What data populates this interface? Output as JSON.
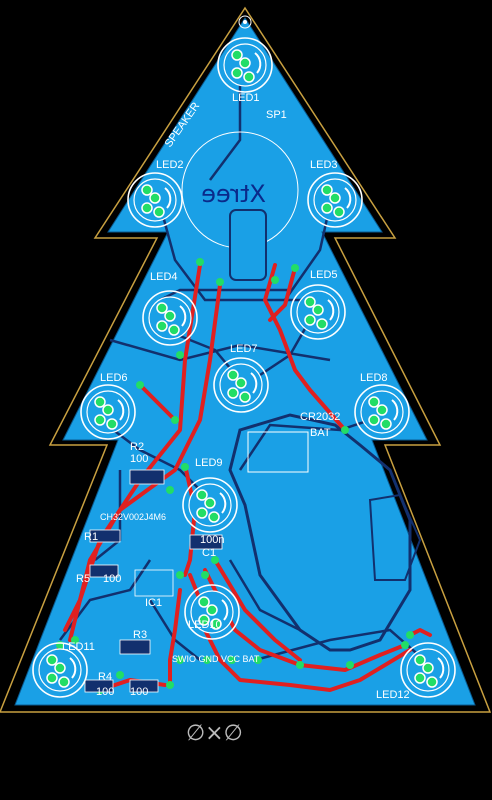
{
  "board": {
    "colors": {
      "background": "#000000",
      "copper_fill": "#1aa0e6",
      "outline": "#c8a040",
      "trace_bottom": "#e02020",
      "trace_top": "#12306e",
      "silkscreen": "#ffffff",
      "pad": "#22dd66"
    },
    "labels": {
      "led1": "LED1",
      "led2": "LED2",
      "led3": "LED3",
      "led4": "LED4",
      "led5": "LED5",
      "led6": "LED6",
      "led7": "LED7",
      "led8": "LED8",
      "led9": "LED9",
      "led10": "LED10",
      "led11": "LED11",
      "led12": "LED12",
      "speaker": "SPEAKER",
      "sp1": "SP1",
      "battery": "CR2032",
      "bat": "BAT",
      "r1": "R1",
      "r2": "R2",
      "r2_value": "100",
      "r3": "R3",
      "r4": "R4",
      "r4_value": "100",
      "r5": "R5",
      "r5_value": "100",
      "r6_value": "100",
      "ic1": "IC1",
      "c1": "C1",
      "c1_value": "100n",
      "chip": "CH32V002J4M6",
      "header": "SWIO  GND  VCC  BAT",
      "logo": "Xtree",
      "footer": "∅×∅"
    }
  }
}
